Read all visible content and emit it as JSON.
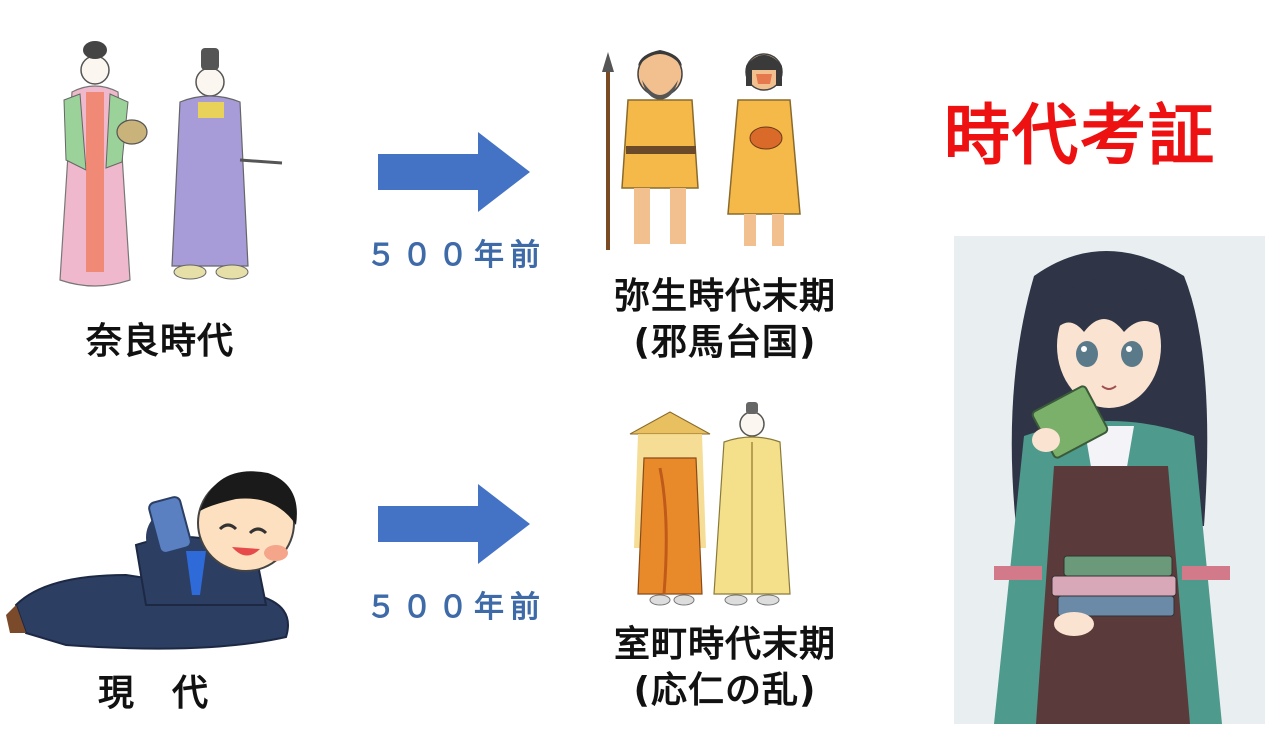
{
  "title": "時代考証",
  "eras": {
    "nara": "奈良時代",
    "modern": "現　代",
    "yayoi_line1": "弥生時代末期",
    "yayoi_line2": "(邪馬台国)",
    "muromachi_line1": "室町時代末期",
    "muromachi_line2": "(応仁の乱)"
  },
  "arrows": {
    "top_label": "５００年前",
    "bottom_label": "５００年前"
  },
  "colors": {
    "arrow": "#4472c4",
    "title": "#ee1111",
    "years_text": "#3e6aa8"
  }
}
